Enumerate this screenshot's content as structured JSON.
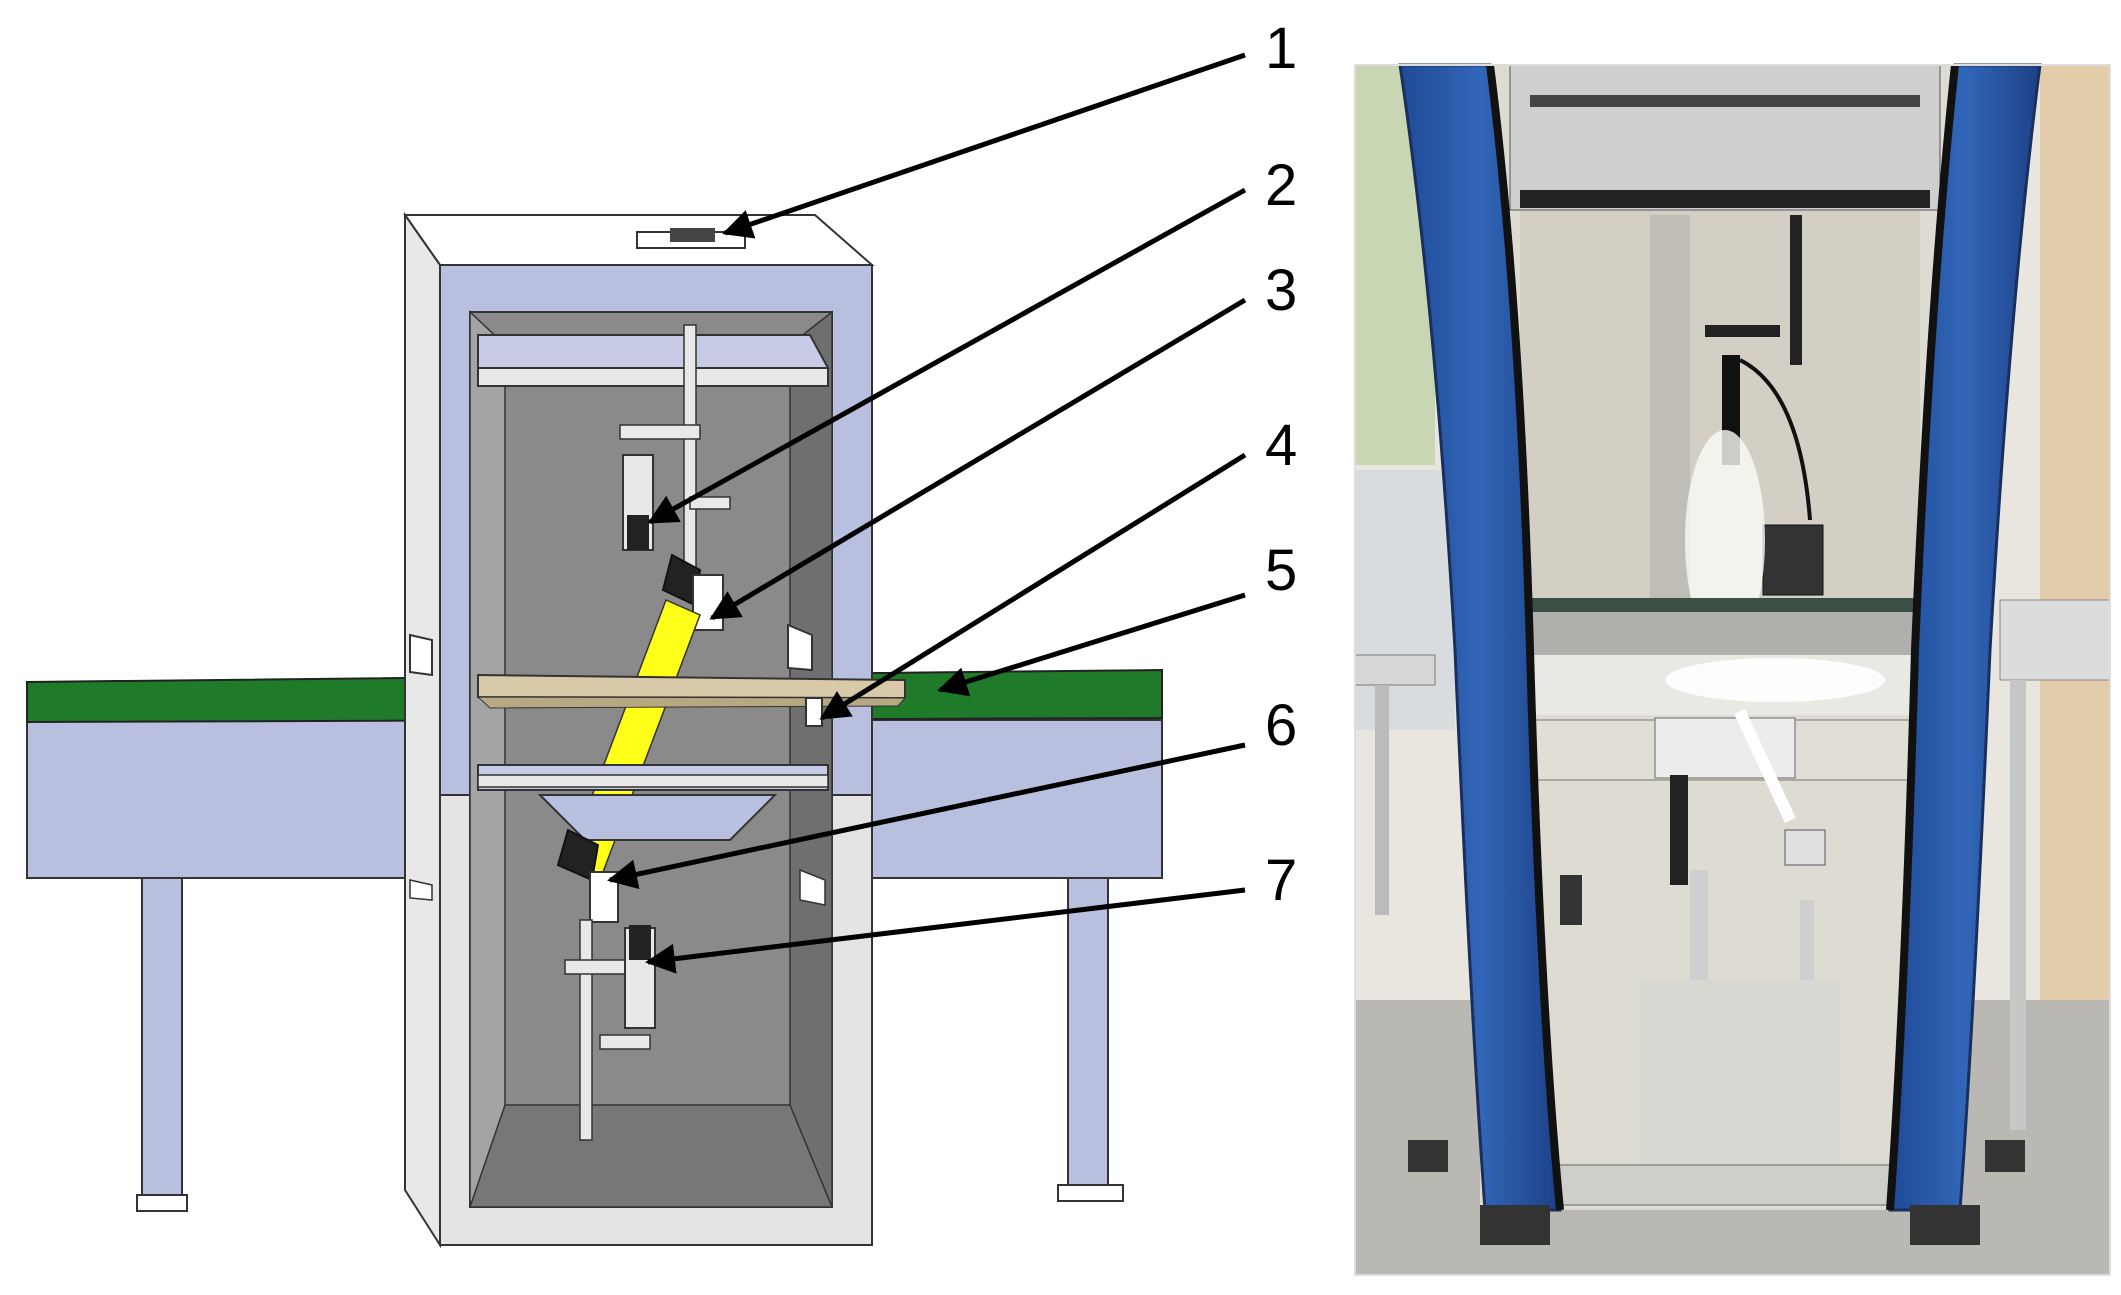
{
  "callouts": [
    {
      "label": "1"
    },
    {
      "label": "2"
    },
    {
      "label": "3"
    },
    {
      "label": "4"
    },
    {
      "label": "5"
    },
    {
      "label": "6"
    },
    {
      "label": "7"
    }
  ],
  "colors": {
    "frame": "#b9bfdf",
    "frame_dark": "#8d93b6",
    "interior": "#8a8a8a",
    "belt": "#1f7a2a",
    "light_beam": "#ffff19",
    "photo_blue": "#2b56a3"
  }
}
